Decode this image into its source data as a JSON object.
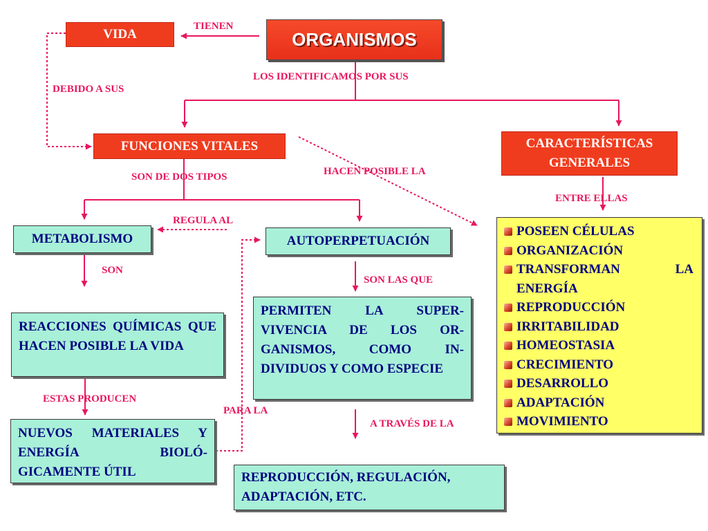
{
  "title": "ORGANISMOS",
  "vida": "VIDA",
  "funciones": "FUNCIONES VITALES",
  "caracteristicas": [
    "CARACTERÍSTICAS",
    "GENERALES"
  ],
  "metabolismo": "METABOLISMO",
  "autoperpetuacion": "AUTOPERPETUACIÓN",
  "reacciones": "REACCIONES QUÍMICAS QUE HACEN POSIBLE LA VIDA",
  "nuevos": "NUEVOS MATERIALES Y ENERGÍA BIOLÓ- GICAMENTE ÚTIL",
  "permiten": "PERMITEN LA SUPER- VIVENCIA DE LOS OR- GANISMOS, COMO IN- DIVIDUOS Y COMO ESPECIE",
  "reproduccion": "REPRODUCCIÓN, REGULACIÓN, ADAPTACIÓN, ETC.",
  "labels": {
    "tienen": "TIENEN",
    "debido": "DEBIDO A SUS",
    "identificamos": "LOS IDENTIFICAMOS POR SUS",
    "dos_tipos": "SON DE DOS TIPOS",
    "hacen_posible": "HACEN POSIBLE LA",
    "entre_ellas": "ENTRE ELLAS",
    "regula": "REGULA AL",
    "son": "SON",
    "son_las_que": "SON LAS QUE",
    "estas": "ESTAS PRODUCEN",
    "para_la": "PARA LA",
    "traves": "A TRAVÉS DE LA"
  },
  "lista": {
    "item1": "POSEEN CÉLULAS",
    "item2": "ORGANIZACIÓN",
    "item3a": "TRANSFORMAN",
    "item3b": "LA",
    "item3c": "ENERGÍA",
    "item4": "REPRODUCCIÓN",
    "item5": "IRRITABILIDAD",
    "item6": "HOMEOSTASIA",
    "item7": "CRECIMIENTO",
    "item8": "DESARROLLO",
    "item9": "ADAPTACIÓN",
    "item10": "MOVIMIENTO"
  },
  "colors": {
    "red_box": "#f03c1e",
    "aqua_box": "#a8f0d8",
    "yellow_box": "#ffff66",
    "label_pink": "#e8175d",
    "box_text": "#000080"
  }
}
